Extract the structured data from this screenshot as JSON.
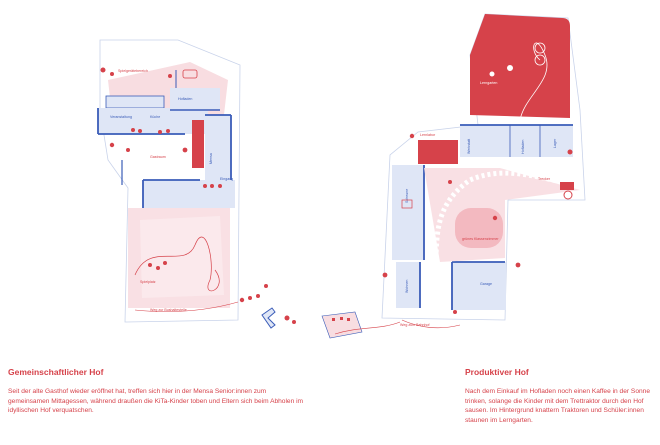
{
  "colors": {
    "accent_red": "#d6424a",
    "plan_blue": "#3a5cb8",
    "pale_blue": "#dfe6f6",
    "pale_pink": "#f8dde1",
    "outline": "#c9d3ea"
  },
  "left_plan": {
    "labels": {
      "top": "Spielgerätebereich",
      "a": "Hofladen",
      "b": "Veranstaltung",
      "c": "Küche",
      "d": "Gastraum",
      "e": "Mensa",
      "f": "Spielplatz",
      "g": "Eingang",
      "path": "Weg zur Bushaltestelle"
    },
    "annotation_arrow": "grünes Klassenzimmer"
  },
  "right_plan": {
    "labels": {
      "garden": "Lerngarten",
      "a": "Lernlabor",
      "b": "Werkstatt",
      "c": "Hofladen",
      "d": "Lager",
      "e": "Scheune",
      "f": "Trecker",
      "g": "Wohnen",
      "h": "Garage",
      "path": "Weg zum Bahnhof"
    }
  },
  "captions": {
    "left": {
      "title": "Gemeinschaftlicher Hof",
      "text": "Seit der alte Gasthof wieder eröffnet hat, treffen sich hier in der Mensa Senior:innen zum gemeinsamen Mittagessen, während draußen die KiTa-Kinder toben und Eltern sich beim Abholen im idyllischen Hof verquatschen."
    },
    "right": {
      "title": "Produktiver Hof",
      "text": "Nach dem Einkauf im Hofladen noch einen Kaffee in der Sonne trinken, solange die Kinder mit dem Trettraktor durch den Hof sausen. Im Hintergrund knattern Traktoren und Schüler:innen staunen im Lerngarten."
    }
  }
}
